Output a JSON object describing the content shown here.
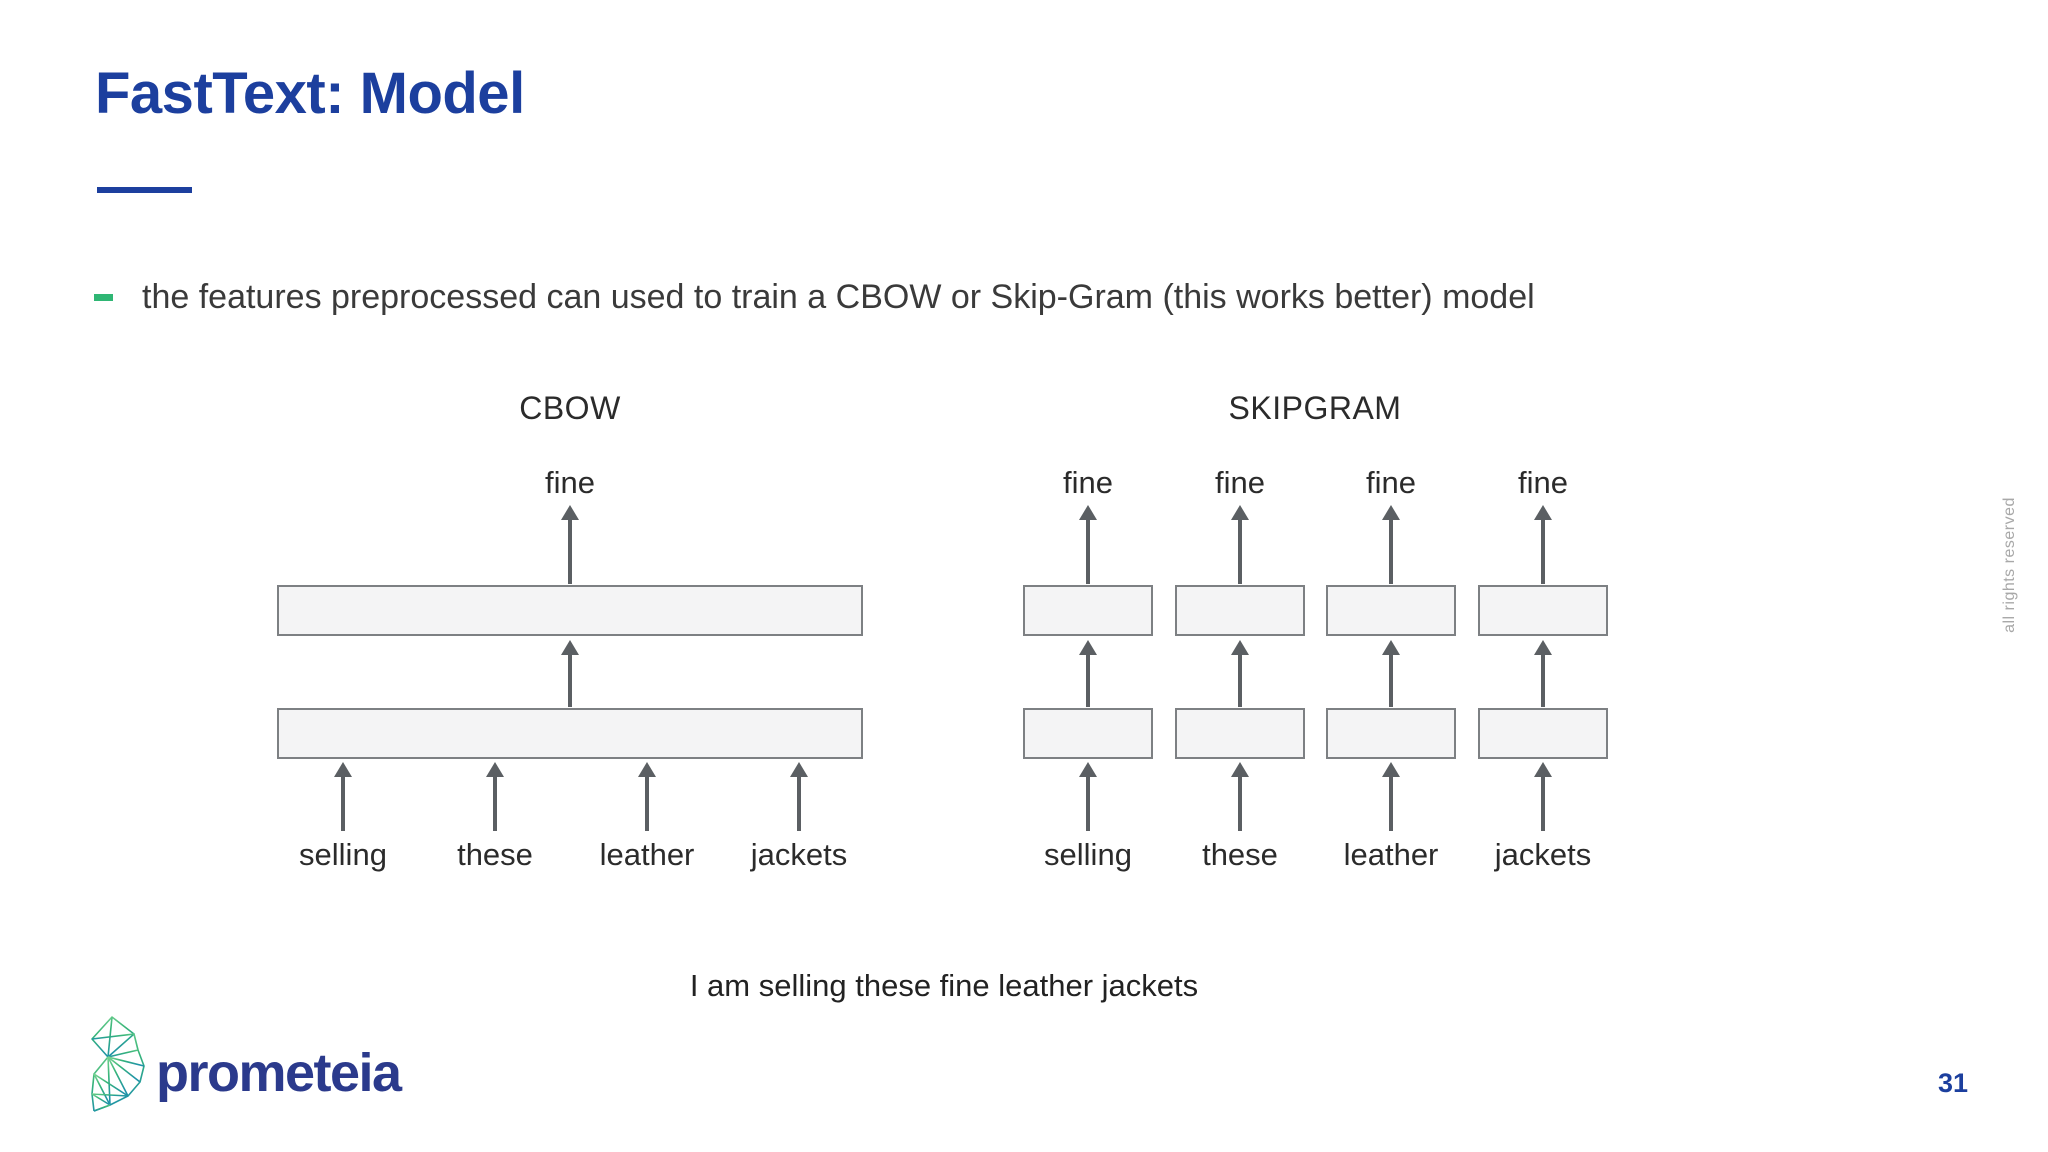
{
  "slide": {
    "title": "FastText: Model",
    "bullet": "the features preprocessed can used to train a CBOW or Skip-Gram (this works better) model",
    "sentence": "I am selling these fine leather jackets",
    "page_number": "31",
    "watermark": "all rights reserved"
  },
  "diagram": {
    "cbow": {
      "title": "CBOW",
      "output": "fine",
      "inputs": [
        "selling",
        "these",
        "leather",
        "jackets"
      ]
    },
    "skipgram": {
      "title": "SKIPGRAM",
      "outputs": [
        "fine",
        "fine",
        "fine",
        "fine"
      ],
      "inputs": [
        "selling",
        "these",
        "leather",
        "jackets"
      ]
    }
  },
  "logo": {
    "text": "prometeia"
  },
  "colors": {
    "accent_blue": "#1c3f9e",
    "bullet_green": "#2fb674",
    "logo_blue": "#2b3a8c",
    "logo_green": "#3fbc81",
    "logo_teal": "#1f93a8",
    "box_fill": "#f4f4f5",
    "box_border": "#7d8083",
    "arrow_gray": "#5b5f63",
    "watermark_gray": "#a8a8a8"
  }
}
